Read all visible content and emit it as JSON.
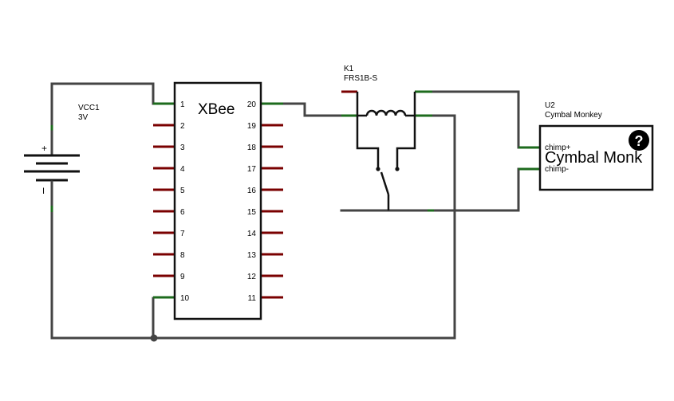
{
  "battery": {
    "name": "VCC1",
    "value": "3V",
    "plus": "+",
    "minus": "I"
  },
  "xbee": {
    "title": "XBee",
    "pins": {
      "p1": "1",
      "p2": "2",
      "p3": "3",
      "p4": "4",
      "p5": "5",
      "p6": "6",
      "p7": "7",
      "p8": "8",
      "p9": "9",
      "p10": "10",
      "p11": "11",
      "p12": "12",
      "p13": "13",
      "p14": "14",
      "p15": "15",
      "p16": "16",
      "p17": "17",
      "p18": "18",
      "p19": "19",
      "p20": "20"
    }
  },
  "relay": {
    "name": "K1",
    "part": "FRS1B-S"
  },
  "monkey": {
    "name": "U2",
    "part": "Cymbal Monkey",
    "body_text": "Cymbal Monk",
    "pin_plus": "chimp+",
    "pin_minus": "chimp-",
    "badge": "?"
  },
  "colors": {
    "wire": "#444444",
    "pin_unconnected": "#7a0000",
    "pin_connected": "#1d6b1d"
  }
}
